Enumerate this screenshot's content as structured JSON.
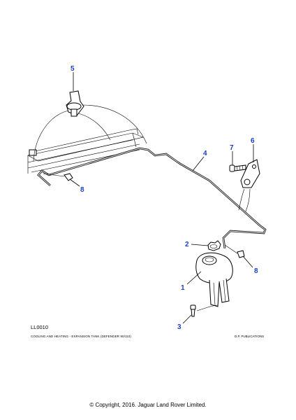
{
  "diagram": {
    "reference": "LL0010",
    "caption": "COOLING AND HEATING - EXPANSION TANK (DEFENDER 90/110)",
    "publisher": "D.P. PUBLICATIONS",
    "callouts": [
      "1",
      "2",
      "3",
      "4",
      "5",
      "6",
      "7",
      "8",
      "8"
    ],
    "accent_color": "#1a3fc4"
  },
  "footer": {
    "copyright": "© Copyright, 2016. Jaguar Land Rover Limited."
  }
}
